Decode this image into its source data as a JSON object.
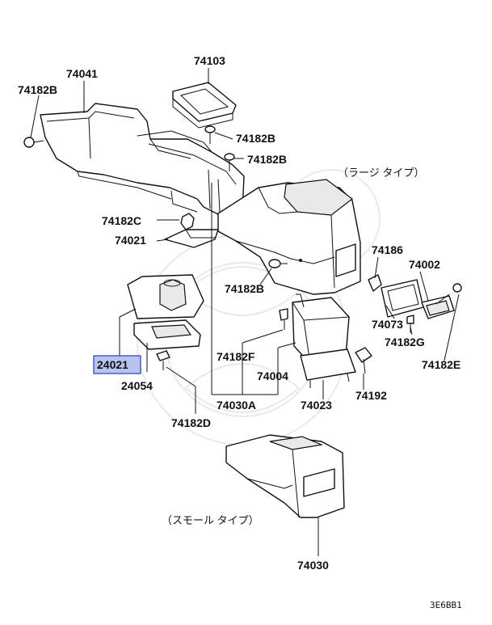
{
  "parts": {
    "p74103": "74103",
    "p74041": "74041",
    "p74182B_a": "74182B",
    "p74182B_b": "74182B",
    "p74182B_c": "74182B",
    "p74182B_d": "74182B",
    "p74182C": "74182C",
    "p74021": "74021",
    "p24021": "24021",
    "p24054": "24054",
    "p74182D": "74182D",
    "p74182F": "74182F",
    "p74004": "74004",
    "p74030A": "74030A",
    "p74023": "74023",
    "p74192": "74192",
    "p74186": "74186",
    "p74002": "74002",
    "p74073": "74073",
    "p74182G": "74182G",
    "p74182E": "74182E",
    "p74030": "74030"
  },
  "notes": {
    "large_type": "（ラージ タイプ）",
    "small_type": "（スモール タイプ）"
  },
  "diagram_code": "3E6BB1",
  "highlight_color": "#b9c3ef"
}
